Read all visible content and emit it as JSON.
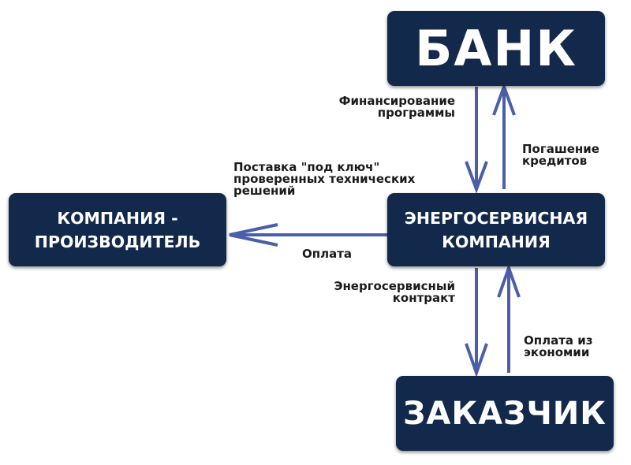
{
  "nodes": {
    "bank": "БАНК",
    "esco": "ЭНЕРГОСЕРВИСНАЯ\nКОМПАНИЯ",
    "maker": "КОМПАНИЯ -\nПРОИЗВОДИТЕЛЬ",
    "customer": "ЗАКАЗЧИК"
  },
  "edges": {
    "financing": "Финансирование\nпрограммы",
    "repayment": "Погашение\nкредитов",
    "turnkey": "Поставка \"под ключ\"\nпроверенных технических\nрешений",
    "payment": "Оплата",
    "contract": "Энергосервисный\nконтракт",
    "savings_payment": "Оплата из\nэкономии"
  },
  "colors": {
    "node_fill": "#13294b",
    "node_text": "#ffffff",
    "arrow": "#4a5fa8",
    "label_text": "#1b1b1b"
  }
}
